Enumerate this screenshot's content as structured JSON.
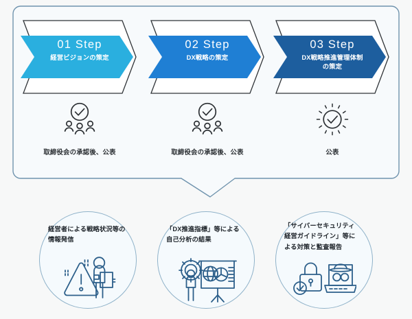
{
  "theme": {
    "page_bg": "#f7f8f8",
    "panel_bg": "#f7fafc",
    "panel_border": "#6f93ad",
    "outline_stroke": "#2f3337",
    "circle_bg": "#f5fafd",
    "circle_border": "#8fb2c9",
    "icon_stroke": "#2c5f8a",
    "step_colors": [
      "#2aafdf",
      "#1f7fd4",
      "#1d5e9e"
    ],
    "text_dark": "#2b2f33",
    "text_white": "#ffffff"
  },
  "panel": {
    "steps": [
      {
        "number": "01 Step",
        "subtitle": "経営ビジョンの策定",
        "color": "#2aafdf",
        "icon": "check-people-icon",
        "caption": "取締役会の承認後、公表"
      },
      {
        "number": "02 Step",
        "subtitle": "DX戦略の策定",
        "color": "#1f7fd4",
        "icon": "check-people-icon",
        "caption": "取締役会の承認後、公表"
      },
      {
        "number": "03 Step",
        "subtitle": "DX戦略推進管理体制\nの策定",
        "subtitle_line1": "DX戦略推進管理体制",
        "subtitle_line2": "の策定",
        "color": "#1d5e9e",
        "icon": "check-shine-icon",
        "caption": "公表"
      }
    ]
  },
  "outcomes": [
    {
      "text_line1": "経営者による戦略状況等の",
      "text_line2": "情報発信",
      "icon": "person-document-warning-icon"
    },
    {
      "text_line1": "「DX推進指標」等による",
      "text_line2": "自己分析の結果",
      "icon": "presentation-piechart-gear-icon"
    },
    {
      "text_line1": "「サイバーセキュリティ",
      "text_line2": "経営ガイドライン」等に",
      "text_line3": "よる対策と監査報告",
      "icon": "padlock-laptop-hacker-icon"
    }
  ]
}
